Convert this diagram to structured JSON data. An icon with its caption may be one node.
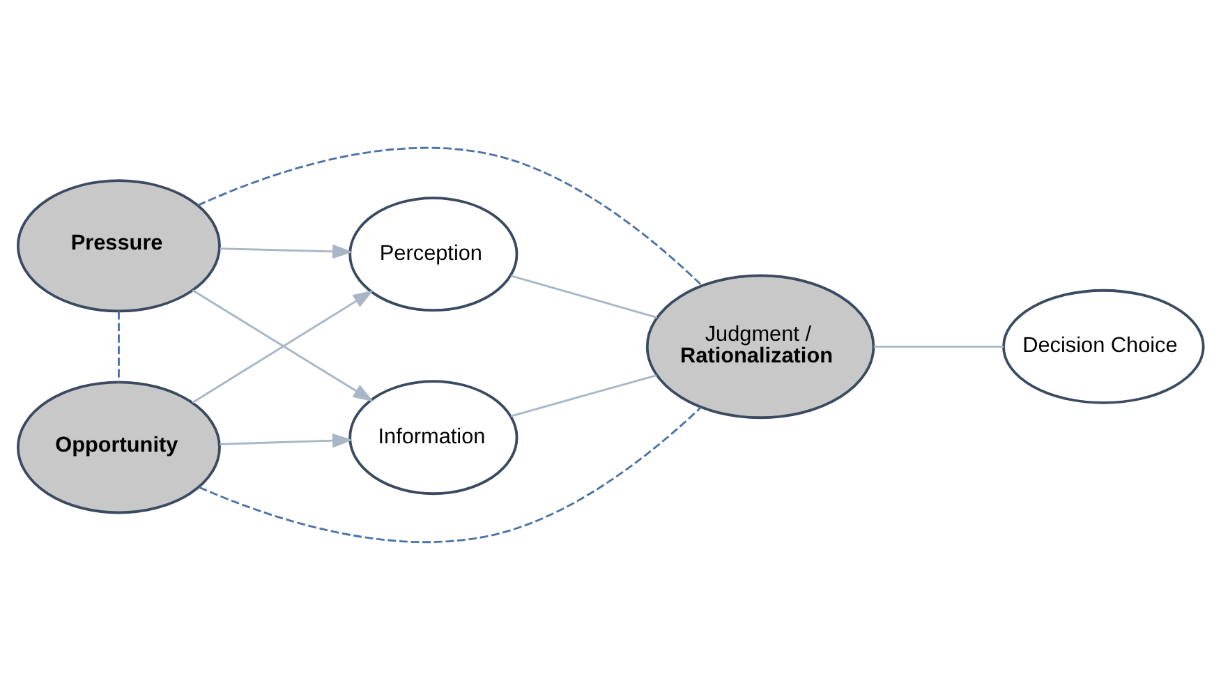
{
  "diagram": {
    "nodes": [
      {
        "text": [
          "Pressure"
        ]
      },
      {
        "text": [
          "Perception"
        ]
      },
      {
        "text": [
          "Information"
        ]
      },
      {
        "text": [
          "Judgment /",
          "Rationalization"
        ]
      },
      {
        "text": [
          "Decision Choice"
        ]
      },
      {
        "text": [
          "Opportunity"
        ]
      }
    ],
    "edges": [
      {
        "from": 0,
        "to": 1,
        "arrow": "to"
      },
      {
        "from": 0,
        "to": 2,
        "arrow": "to"
      },
      {
        "from": 5,
        "to": 1,
        "arrow": "to"
      },
      {
        "from": 5,
        "to": 2,
        "arrow": "to"
      },
      {
        "from": 1,
        "to": 3,
        "arrow": "none"
      },
      {
        "from": 2,
        "to": 3,
        "arrow": "none"
      },
      {
        "from": 3,
        "to": 4,
        "arrow": "none"
      },
      {
        "from": 0,
        "to": 3,
        "arrow": "none",
        "style": "dashed",
        "color": "#4a72a8"
      },
      {
        "from": 5,
        "to": 3,
        "arrow": "none",
        "style": "dashed",
        "color": "#4a72a8"
      },
      {
        "from": 0,
        "to": 5,
        "arrow": "none",
        "style": "dashed",
        "color": "#4a72a8"
      }
    ]
  }
}
